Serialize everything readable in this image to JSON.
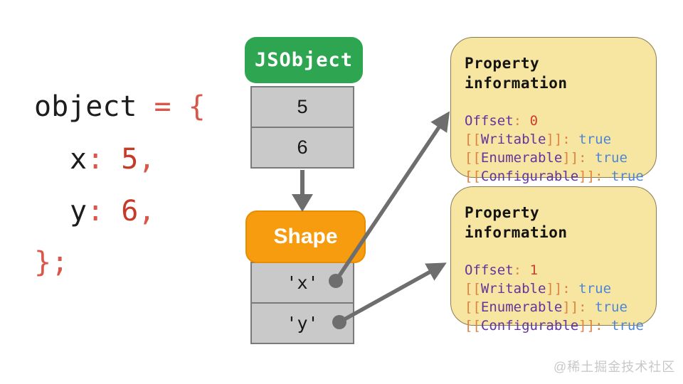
{
  "code": {
    "line1": {
      "name": "object",
      "op": "=",
      "brace": "{"
    },
    "line2": {
      "name": "x",
      "colon": ":",
      "value": "5",
      "comma": ","
    },
    "line3": {
      "name": "y",
      "colon": ":",
      "value": "6",
      "comma": ","
    },
    "line4": {
      "close": "};"
    }
  },
  "jsobject": {
    "title": "JSObject",
    "slots": [
      "5",
      "6"
    ]
  },
  "shape": {
    "title": "Shape",
    "keys": [
      "'x'",
      "'y'"
    ]
  },
  "punct": {
    "open": "[[",
    "close": "]]",
    "colon": ":"
  },
  "property_boxes": [
    {
      "title": "Property information",
      "offset_label": "Offset",
      "offset_value": "0",
      "attributes": [
        {
          "name": "Writable",
          "value": "true"
        },
        {
          "name": "Enumerable",
          "value": "true"
        },
        {
          "name": "Configurable",
          "value": "true"
        }
      ]
    },
    {
      "title": "Property information",
      "offset_label": "Offset",
      "offset_value": "1",
      "attributes": [
        {
          "name": "Writable",
          "value": "true"
        },
        {
          "name": "Enumerable",
          "value": "true"
        },
        {
          "name": "Configurable",
          "value": "true"
        }
      ]
    }
  ],
  "watermark": "@稀土掘金技术社区",
  "colors": {
    "jsobject_green": "#2ea550",
    "shape_orange": "#f89c0f",
    "cell_gray": "#c9c9c9",
    "arrow_gray": "#6e6e6e",
    "note_yellow": "#f7e6a2",
    "code_salmon": "#d9574a",
    "code_value_red": "#c83a28",
    "attr_purple": "#66339b",
    "bracket_orange": "#e08140",
    "offset_red": "#c94030",
    "true_blue": "#4e86d4"
  }
}
